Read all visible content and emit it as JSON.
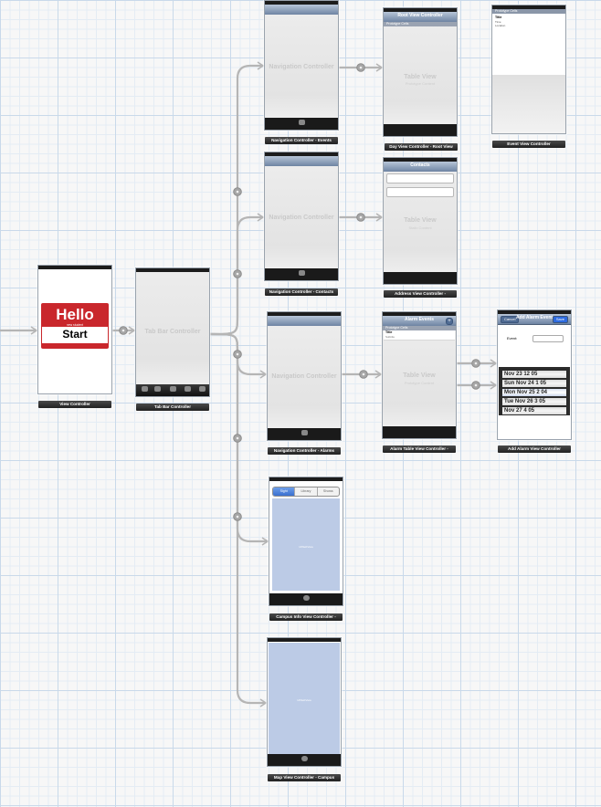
{
  "colors": {
    "grid_major": "#c9d9ea",
    "canvas_bg": "#f7f7f7",
    "navbar_blue": "#6e84a3",
    "hello_red": "#c9272c",
    "view_blue": "#bccbe6",
    "caption_bg": "#2a2a2a"
  },
  "scenes": {
    "view_controller": {
      "caption": "View Controller",
      "hello": "Hello",
      "sub": "new student",
      "start": "Start"
    },
    "tab_bar_controller": {
      "caption": "Tab Bar Controller",
      "label": "Tab Bar Controller"
    },
    "nav_events": {
      "caption": "Navigation Controller - Events",
      "label": "Navigation Controller"
    },
    "day_view": {
      "caption": "Day View Controller - Root View",
      "nav_title": "Root View Controller",
      "proto": "Prototype Cells",
      "table": "Table View",
      "table_sub": "Prototype Content"
    },
    "event_view": {
      "caption": "Event View Controller",
      "nav_title": "Prototype Cells",
      "rows": [
        "Title",
        "Time",
        "Location"
      ]
    },
    "nav_contacts": {
      "caption": "Navigation Controller - Contacts",
      "label": "Navigation Controller"
    },
    "address_view": {
      "caption": "Address View Controller -",
      "nav_title": "Contacts",
      "table": "Table View",
      "table_sub": "Static Content"
    },
    "nav_alarms": {
      "caption": "Navigation Controller - Alarms",
      "label": "Navigation Controller"
    },
    "alarm_table": {
      "caption": "Alarm Table View Controller -",
      "nav_title": "Alarm Events",
      "nav_right": "+",
      "proto": "Prototype Cells",
      "cell_title": "Title",
      "cell_sub": "Subtitle",
      "table": "Table View",
      "table_sub": "Prototype Content"
    },
    "add_alarm": {
      "caption": "Add Alarm View Controller",
      "nav_title": "Add Alarm Event",
      "cancel": "Cancel",
      "save": "Save",
      "event_label": "Event:",
      "picker_rows": [
        "Nov 23  12  05",
        "Sun Nov 24  1  05",
        "Mon Nov 25  2  04",
        "Tue Nov 26  3  05",
        "Nov 27  4  05"
      ]
    },
    "campus_info": {
      "caption": "Campus Info View Controller -",
      "segments": [
        "Sight",
        "Library",
        "Shows"
      ],
      "view_label": "UIWebView"
    },
    "map_view": {
      "caption": "Map View Controller - Campus",
      "view_label": "UIWebView"
    }
  }
}
